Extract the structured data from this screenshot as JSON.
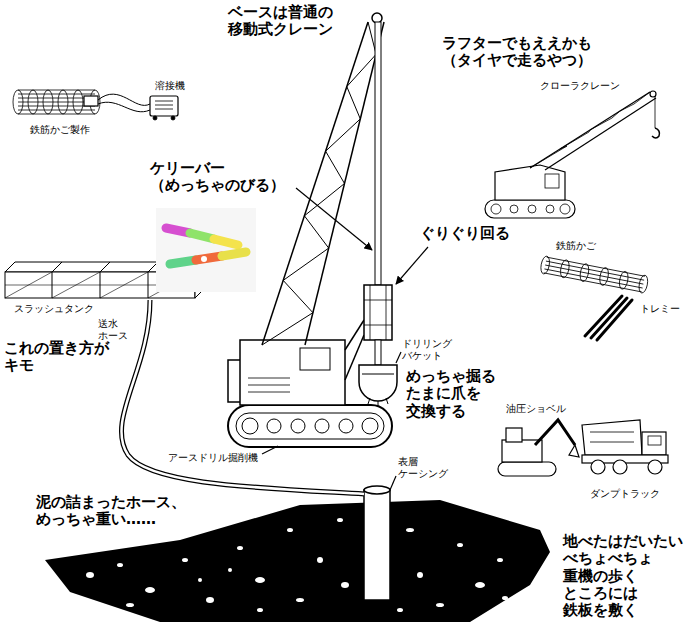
{
  "diagram": {
    "labels": [
      "ベースは普通の 移動式クレーン",
      "ラフターでもええかも （タイヤで走るやつ）",
      "溶接機",
      "クローラクレーン",
      "鉄筋かご製作",
      "ケリーバー （めっちゃのびる）",
      "ぐりぐり回る",
      "鉄筋かご",
      "トレミー",
      "スラッシュタンク",
      "送水 ホース",
      "ドリリング バケット",
      "これの置き方が キモ",
      "めっちゃ掘る たまに爪を 交換する",
      "油圧ショベル",
      "アースドリル掘削機",
      "表層 ケーシング",
      "ダンプトラック",
      "泥の詰まったホース、 めっちゃ重い……",
      "地べたはだいたい べちょべちょ 重機の歩く ところには 鉄板を敷く"
    ]
  }
}
